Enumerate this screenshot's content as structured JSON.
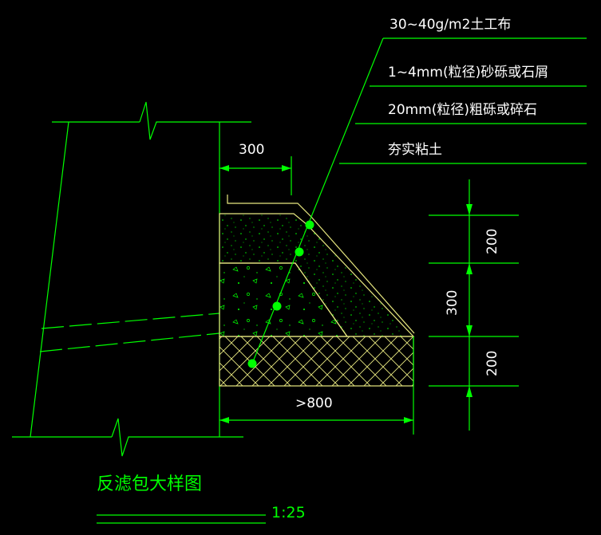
{
  "colors": {
    "background": "#000000",
    "line": "#00ff00",
    "material": "#e8e880",
    "text": "#ffffff"
  },
  "layers": [
    {
      "label": "30~40g/m2土工布"
    },
    {
      "label": "1~4mm(粒径)砂砾或石屑"
    },
    {
      "label": "20mm(粒径)粗砾或碎石"
    },
    {
      "label": "夯实粘土"
    }
  ],
  "dimensions": {
    "top_width": "300",
    "bottom_width": ">800",
    "h_upper": "200",
    "h_middle": "300",
    "h_lower": "200"
  },
  "title": "反滤包大样图",
  "scale": "1:25"
}
